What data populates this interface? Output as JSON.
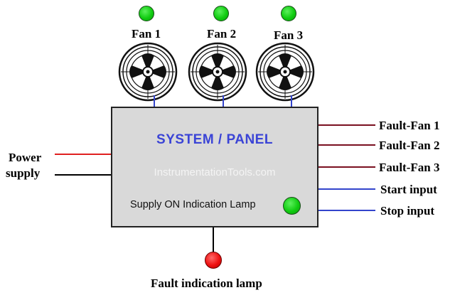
{
  "fans": [
    {
      "label": "Fan 1",
      "indicator": "green-lamp"
    },
    {
      "label": "Fan 2",
      "indicator": "green-lamp"
    },
    {
      "label": "Fan 3",
      "indicator": "green-lamp"
    }
  ],
  "panel": {
    "title": "SYSTEM / PANEL",
    "watermark": "InstrumentationTools.com",
    "supply_lamp_label": "Supply ON Indication Lamp"
  },
  "inputs": {
    "power_line1": "Power",
    "power_line2": "supply"
  },
  "outputs": {
    "fault_fan_1": "Fault-Fan 1",
    "fault_fan_2": "Fault-Fan 2",
    "fault_fan_3": "Fault-Fan 3",
    "start_input": "Start input",
    "stop_input": "Stop input"
  },
  "fault_lamp_label": "Fault indication lamp",
  "colors": {
    "lamp_on": "#11cc11",
    "lamp_fault": "#ee1111",
    "power_wire_live": "#e02020",
    "power_wire_neutral": "#000000",
    "fault_wire": "#7a1020",
    "control_wire": "#3344cc",
    "panel_fill": "#d9d9d9",
    "panel_title": "#3b44d6"
  }
}
